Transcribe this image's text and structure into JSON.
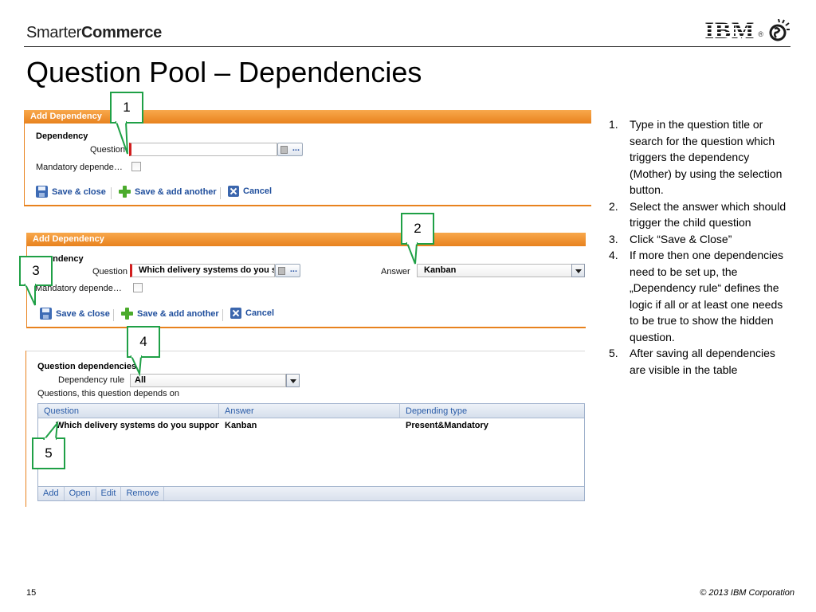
{
  "header": {
    "brand_light": "Smarter",
    "brand_bold": "Commerce",
    "logo_text": "IBM",
    "logo_mark": "®",
    "title": "Question Pool – Dependencies"
  },
  "panel1": {
    "header": "Add Dependency",
    "section": "Dependency",
    "question_label": "Question",
    "question_value": "",
    "mandatory_label": "Mandatory depende…",
    "mandatory_checked": false,
    "actions": {
      "save_close": "Save & close",
      "save_add": "Save & add another",
      "cancel": "Cancel"
    }
  },
  "panel2": {
    "header": "Add Dependency",
    "section": "endency",
    "question_label": "Question",
    "question_value": "Which delivery systems do you su",
    "answer_label": "Answer",
    "answer_value": "Kanban",
    "mandatory_label": "Mandatory depende…",
    "mandatory_checked": false,
    "actions": {
      "save_close": "Save & close",
      "save_add": "Save & add another",
      "cancel": "Cancel"
    }
  },
  "panel3": {
    "section": "Question dependencies",
    "rule_label": "Dependency rule",
    "rule_value": "All",
    "depends_label": "Questions, this question depends on",
    "columns": [
      "Question",
      "Answer",
      "Depending type"
    ],
    "rows": [
      [
        "Which delivery systems do you support?",
        "Kanban",
        "Present&Mandatory"
      ]
    ],
    "footer_buttons": [
      "Add",
      "Open",
      "Edit",
      "Remove"
    ]
  },
  "callouts": [
    "1",
    "2",
    "3",
    "4",
    "5"
  ],
  "notes": [
    {
      "num": "1.",
      "text": "Type in the question title or search for the question which triggers the dependency (Mother) by using the selection button."
    },
    {
      "num": "2.",
      "text": "Select the answer which should trigger the child question"
    },
    {
      "num": "3.",
      "text": "Click “Save & Close”"
    },
    {
      "num": "4.",
      "text": "If more then one dependencies need to be set up, the „Dependency rule“ defines the logic if all or at least one needs to be true to show the hidden question."
    },
    {
      "num": "5.",
      "text": "After saving all dependencies are visible in the table"
    }
  ],
  "footer": {
    "page": "15",
    "copyright": "© 2013 IBM Corporation"
  },
  "colors": {
    "panel_header": "#e8821e",
    "callout_border": "#1fa046",
    "link": "#1f4e9c",
    "required": "#d21e1e"
  }
}
